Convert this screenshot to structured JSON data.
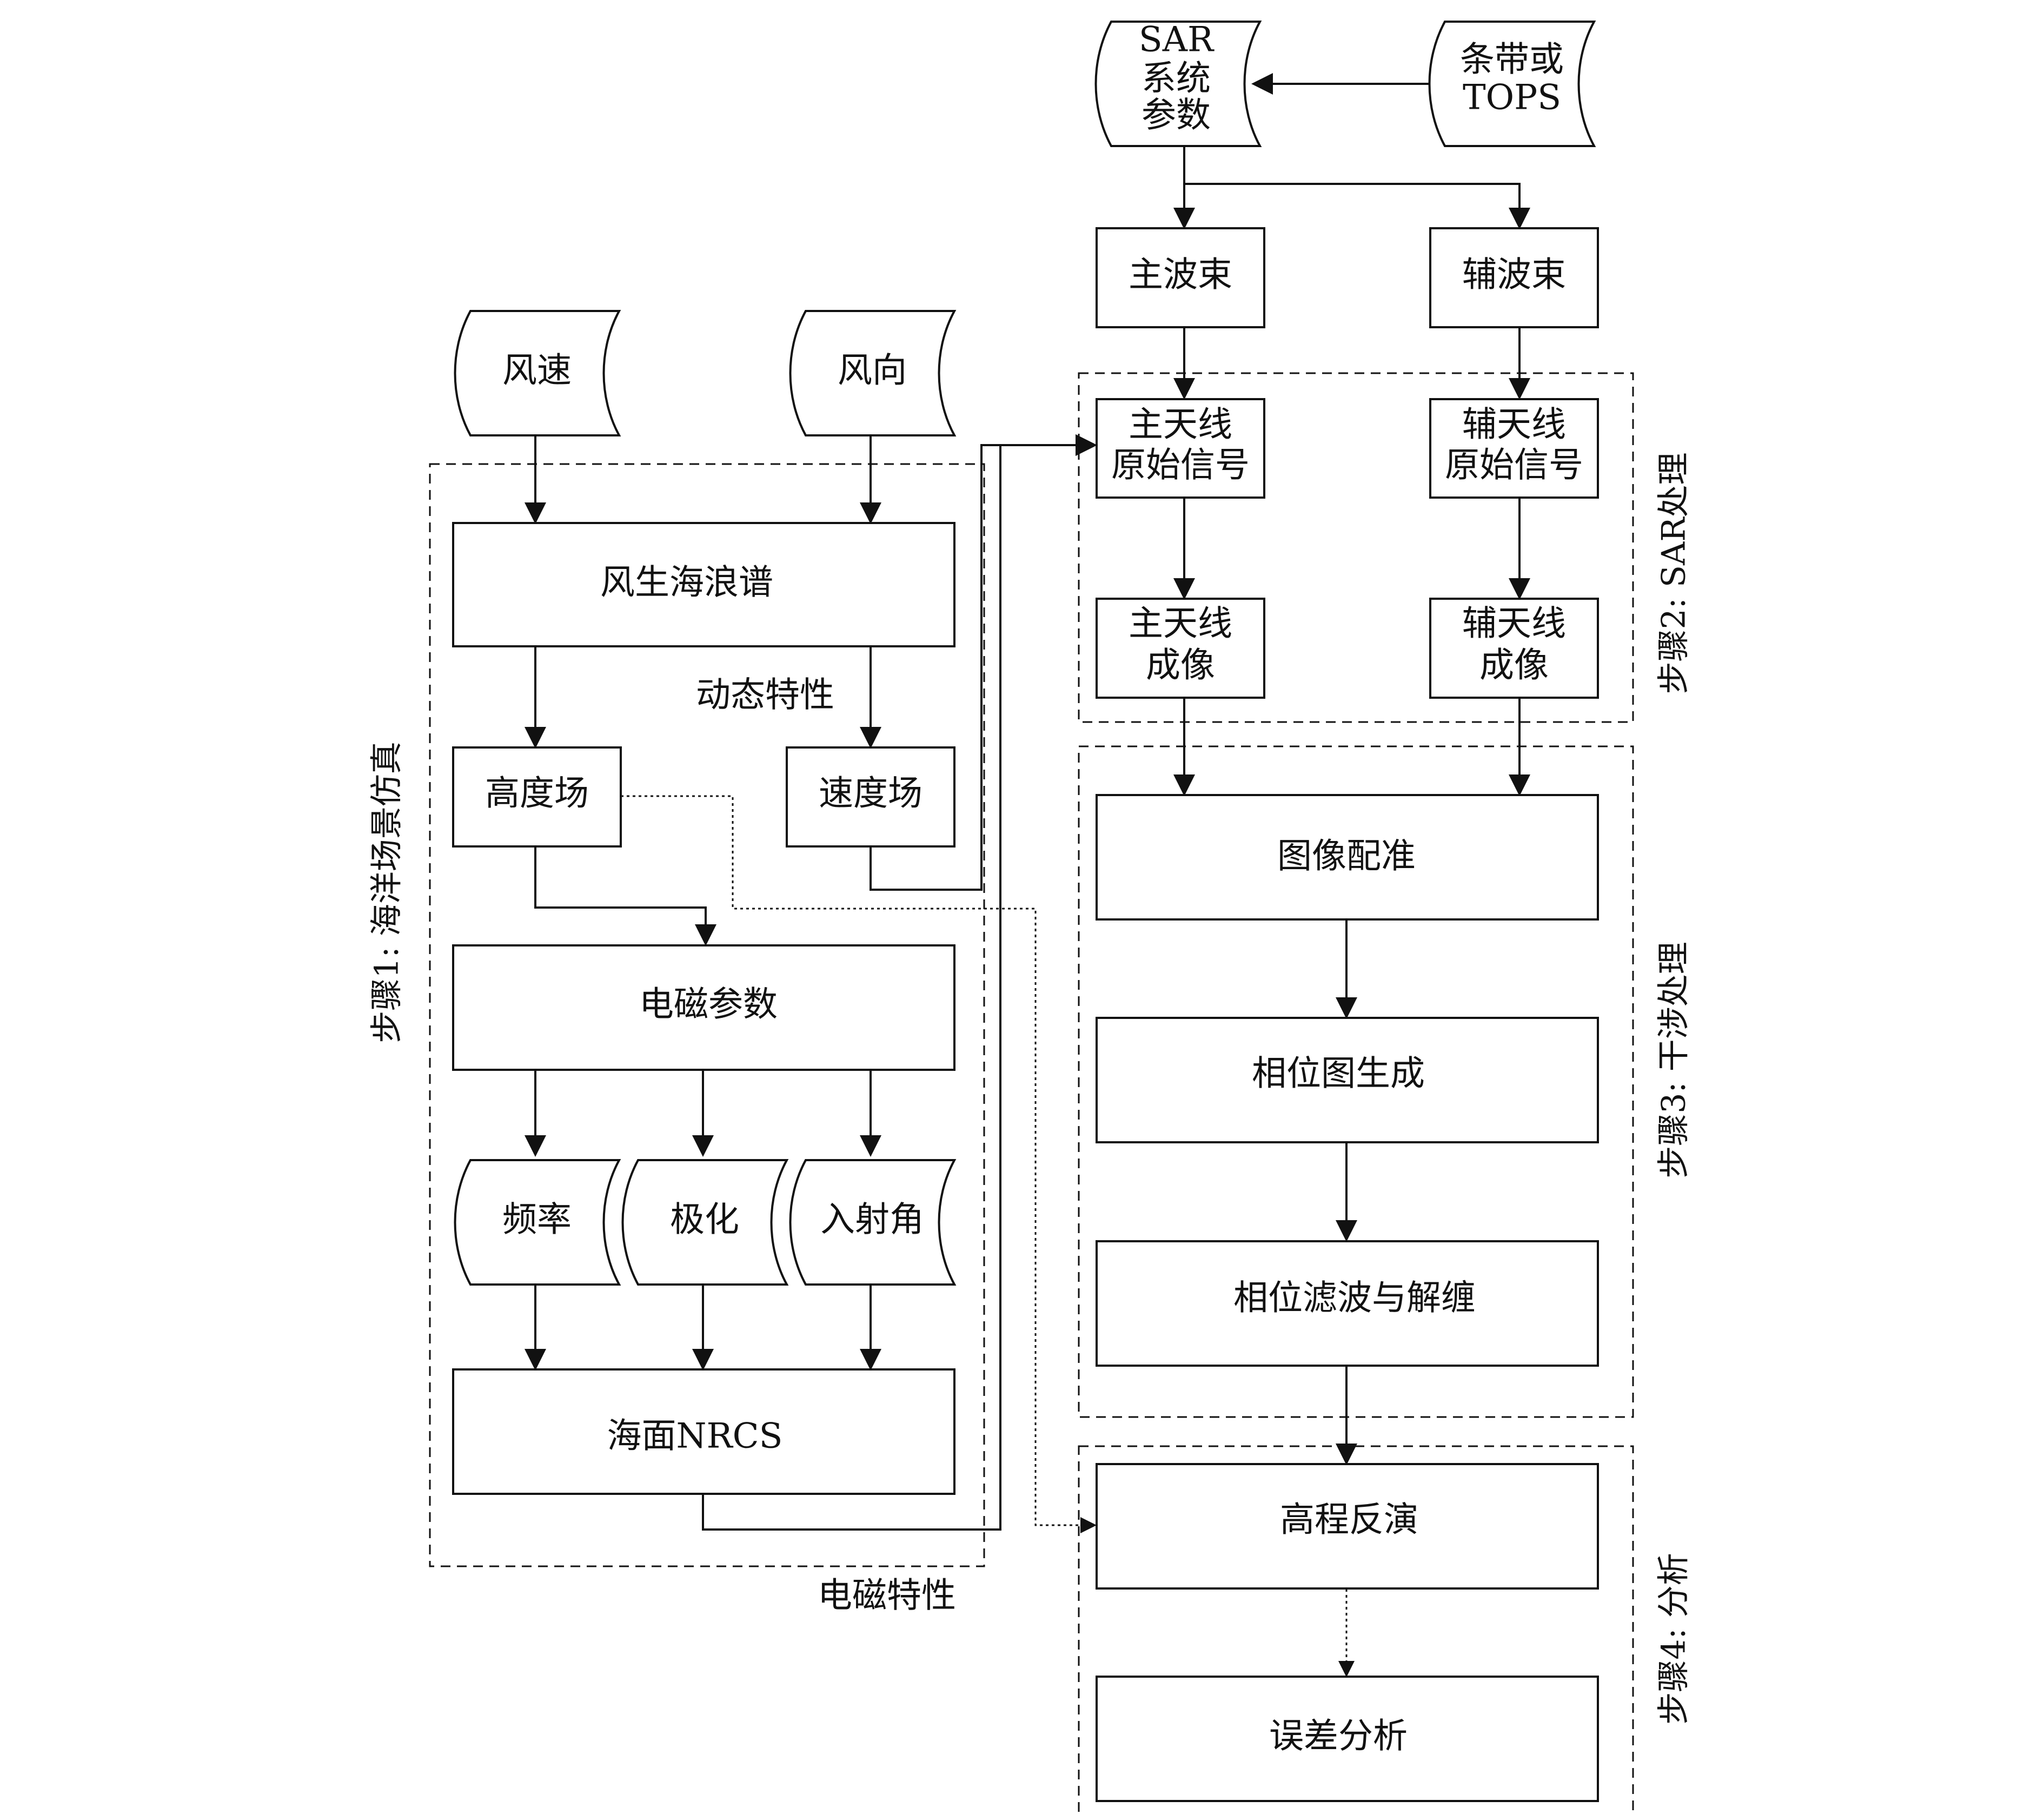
{
  "inputs": {
    "sar_params": [
      "SAR",
      "系统",
      "参数"
    ],
    "mode": [
      "条带或",
      "TOPS"
    ],
    "wind_speed": "风速",
    "wind_dir": "风向"
  },
  "beams": {
    "main": "主波束",
    "aux": "辅波束"
  },
  "sar": {
    "main_raw": [
      "主天线",
      "原始信号"
    ],
    "aux_raw": [
      "辅天线",
      "原始信号"
    ],
    "main_img": [
      "主天线",
      "成像"
    ],
    "aux_img": [
      "辅天线",
      "成像"
    ]
  },
  "ocean": {
    "spectrum": "风生海浪谱",
    "dynamic": "动态特性",
    "height": "高度场",
    "velocity": "速度场",
    "em_params": "电磁参数",
    "freq": "频率",
    "polar": "极化",
    "incidence": "入射角",
    "nrcs": "海面NRCS",
    "em_char": "电磁特性"
  },
  "interf": {
    "registration": "图像配准",
    "phase_gen": "相位图生成",
    "filter_unwrap": "相位滤波与解缠"
  },
  "analysis": {
    "inversion": "高程反演",
    "error": "误差分析"
  },
  "steps": {
    "step1": "步骤1: 海洋场景仿真",
    "step2": "步骤2: SAR处理",
    "step3": "步骤3: 干涉处理",
    "step4": "步骤4: 分析"
  },
  "style": {
    "stroke": "#111111",
    "background": "#ffffff"
  }
}
